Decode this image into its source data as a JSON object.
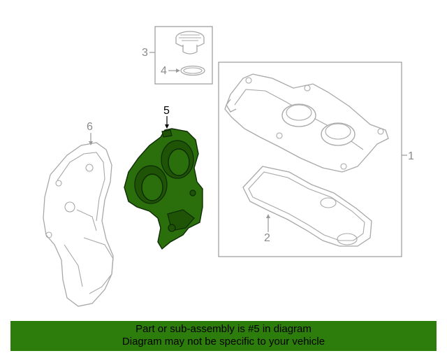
{
  "callouts": {
    "c1": "1",
    "c2": "2",
    "c3": "3",
    "c4": "4",
    "c5": "5",
    "c6": "6"
  },
  "highlight": {
    "part_number": "5",
    "color": "#2b6e0c"
  },
  "banner": {
    "line1": "Part or sub-assembly is #5 in diagram",
    "line2": "Diagram may not be specific to your vehicle",
    "color": "#2d7d0c"
  }
}
